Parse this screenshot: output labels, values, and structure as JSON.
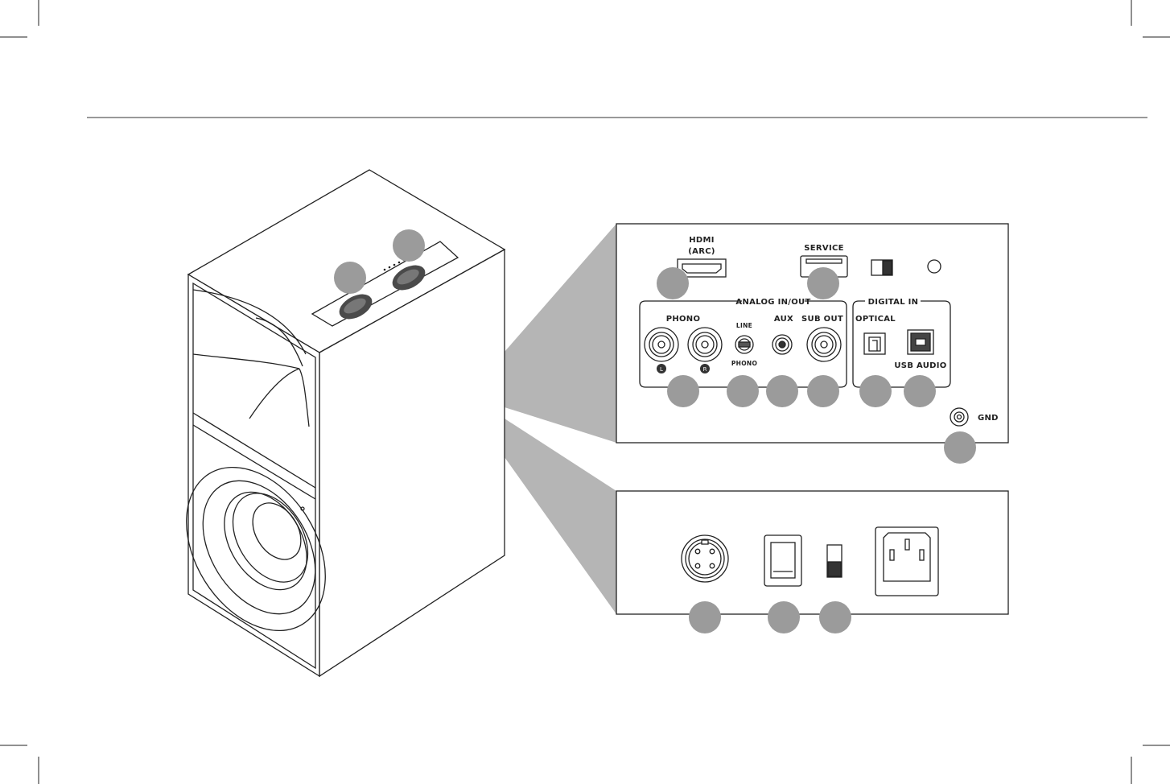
{
  "top_panel": {
    "hdmi_line1": "HDMI",
    "hdmi_line2": "(ARC)",
    "service": "SERVICE",
    "analog_group": "ANALOG IN/OUT",
    "digital_group": "DIGITAL IN",
    "phono": "PHONO",
    "phono_left": "L",
    "phono_right": "R",
    "switch_line": "LINE",
    "switch_phono": "PHONO",
    "aux": "AUX",
    "sub_out": "SUB OUT",
    "optical": "OPTICAL",
    "usb_audio": "USB AUDIO",
    "gnd": "GND"
  },
  "colors": {
    "line": "#222222",
    "callout": "#9b9b9b",
    "wedge": "#b5b5b5",
    "knob": "#4a4a4a"
  }
}
